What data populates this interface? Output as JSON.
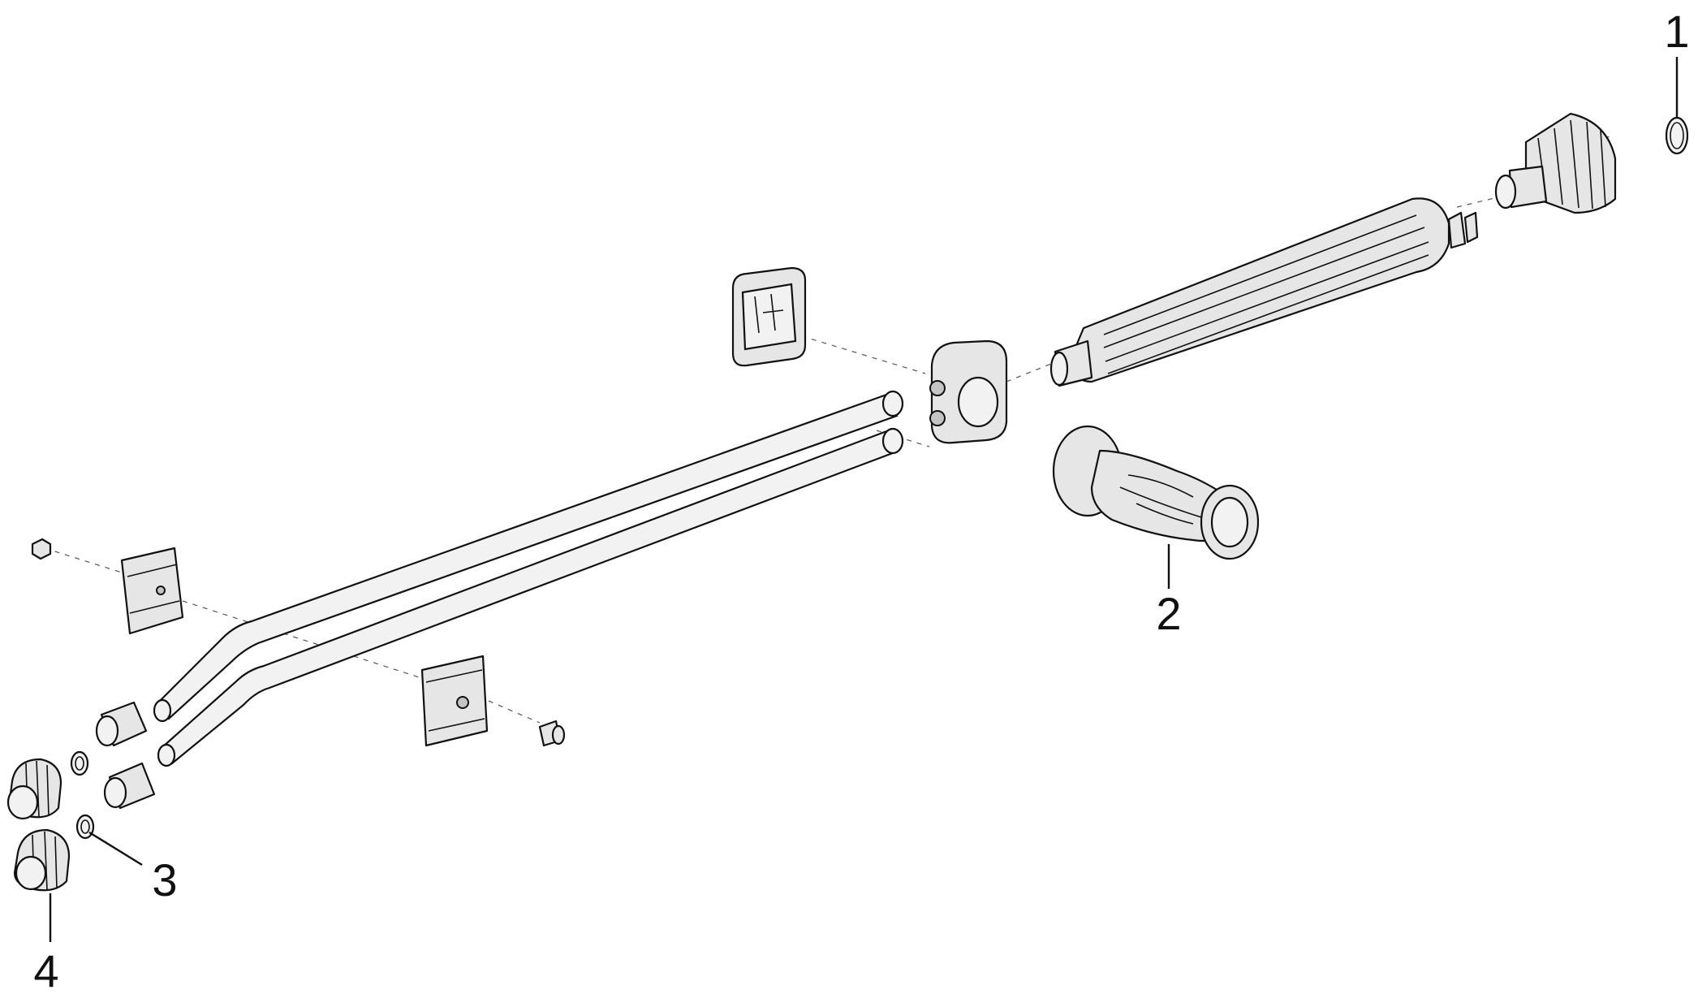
{
  "callouts": [
    {
      "id": "1",
      "label": "1"
    },
    {
      "id": "2",
      "label": "2"
    },
    {
      "id": "3",
      "label": "3"
    },
    {
      "id": "4",
      "label": "4"
    }
  ],
  "colors": {
    "line": "#111111",
    "fill": "#e6e6e6",
    "background": "#ffffff"
  }
}
